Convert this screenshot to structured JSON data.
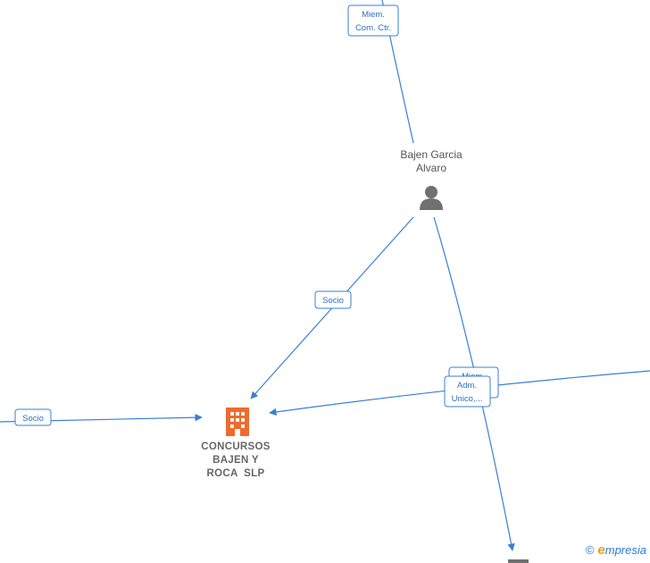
{
  "nodes": {
    "person": {
      "line1": "Bajen Garcia",
      "line2": "Alvaro",
      "icon": "person-icon"
    },
    "company": {
      "line1": "CONCURSOS",
      "line2": "BAJEN Y",
      "line3": "ROCA  SLP",
      "icon": "building-icon",
      "icon_color": "#f06a2c"
    }
  },
  "edge_labels": {
    "top": {
      "line1": "Miem.",
      "line2": "Com. Ctr."
    },
    "socio_center": {
      "line1": "Socio"
    },
    "socio_left": {
      "line1": "Socio"
    },
    "miem_back": {
      "line1": "Miem."
    },
    "adm_front": {
      "line1": "Adm.",
      "line2": "Unico,..."
    }
  },
  "watermark": {
    "copyright": "©",
    "brand_initial": "e",
    "brand_rest": "mpresia"
  },
  "colors": {
    "edge": "#3a7fd5",
    "company_icon": "#f06a2c",
    "person_icon": "#707070"
  }
}
